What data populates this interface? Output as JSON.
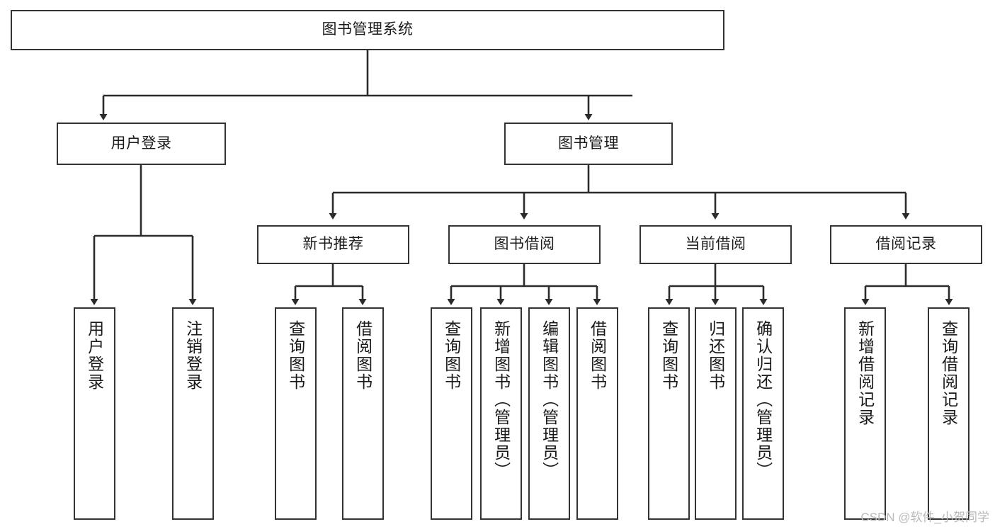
{
  "diagram": {
    "title": "图书管理系统",
    "watermark": "CSDN @软件_小贺同学",
    "colors": {
      "background": "#ffffff",
      "box_border": "#333333",
      "box_fill": "#ffffff",
      "edge": "#2b2b2b",
      "text": "#1a1a1a",
      "watermark": "#b9b9b9"
    },
    "nodes": {
      "root": {
        "label": "图书管理系统"
      },
      "level2": [
        {
          "label": "用户登录"
        },
        {
          "label": "图书管理"
        }
      ],
      "level3": [
        {
          "label": "新书推荐"
        },
        {
          "label": "图书借阅"
        },
        {
          "label": "当前借阅"
        },
        {
          "label": "借阅记录"
        }
      ],
      "leaves": {
        "user_login": [
          {
            "label": "用户登录"
          },
          {
            "label": "注销登录"
          }
        ],
        "new_book_recommend": [
          {
            "label": "查询图书"
          },
          {
            "label": "借阅图书"
          }
        ],
        "book_borrow": [
          {
            "label": "查询图书"
          },
          {
            "label": "新增图书（管理员）"
          },
          {
            "label": "编辑图书（管理员）"
          },
          {
            "label": "借阅图书"
          }
        ],
        "current_borrow": [
          {
            "label": "查询图书"
          },
          {
            "label": "归还图书"
          },
          {
            "label": "确认归还（管理员）"
          }
        ],
        "borrow_records": [
          {
            "label": "新增借阅记录"
          },
          {
            "label": "查询借阅记录"
          }
        ]
      }
    }
  }
}
